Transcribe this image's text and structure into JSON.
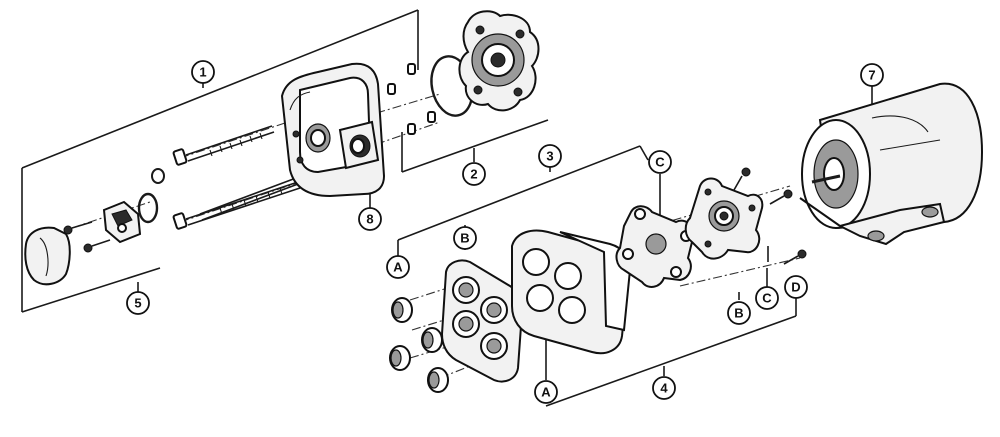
{
  "callouts": {
    "c1": "1",
    "c2": "2",
    "c3": "3",
    "c4": "4",
    "c5": "5",
    "c7": "7",
    "c8": "8",
    "cA1": "A",
    "cA2": "A",
    "cB1": "B",
    "cB2": "B",
    "cC1": "C",
    "cC2": "C",
    "cD": "D"
  }
}
